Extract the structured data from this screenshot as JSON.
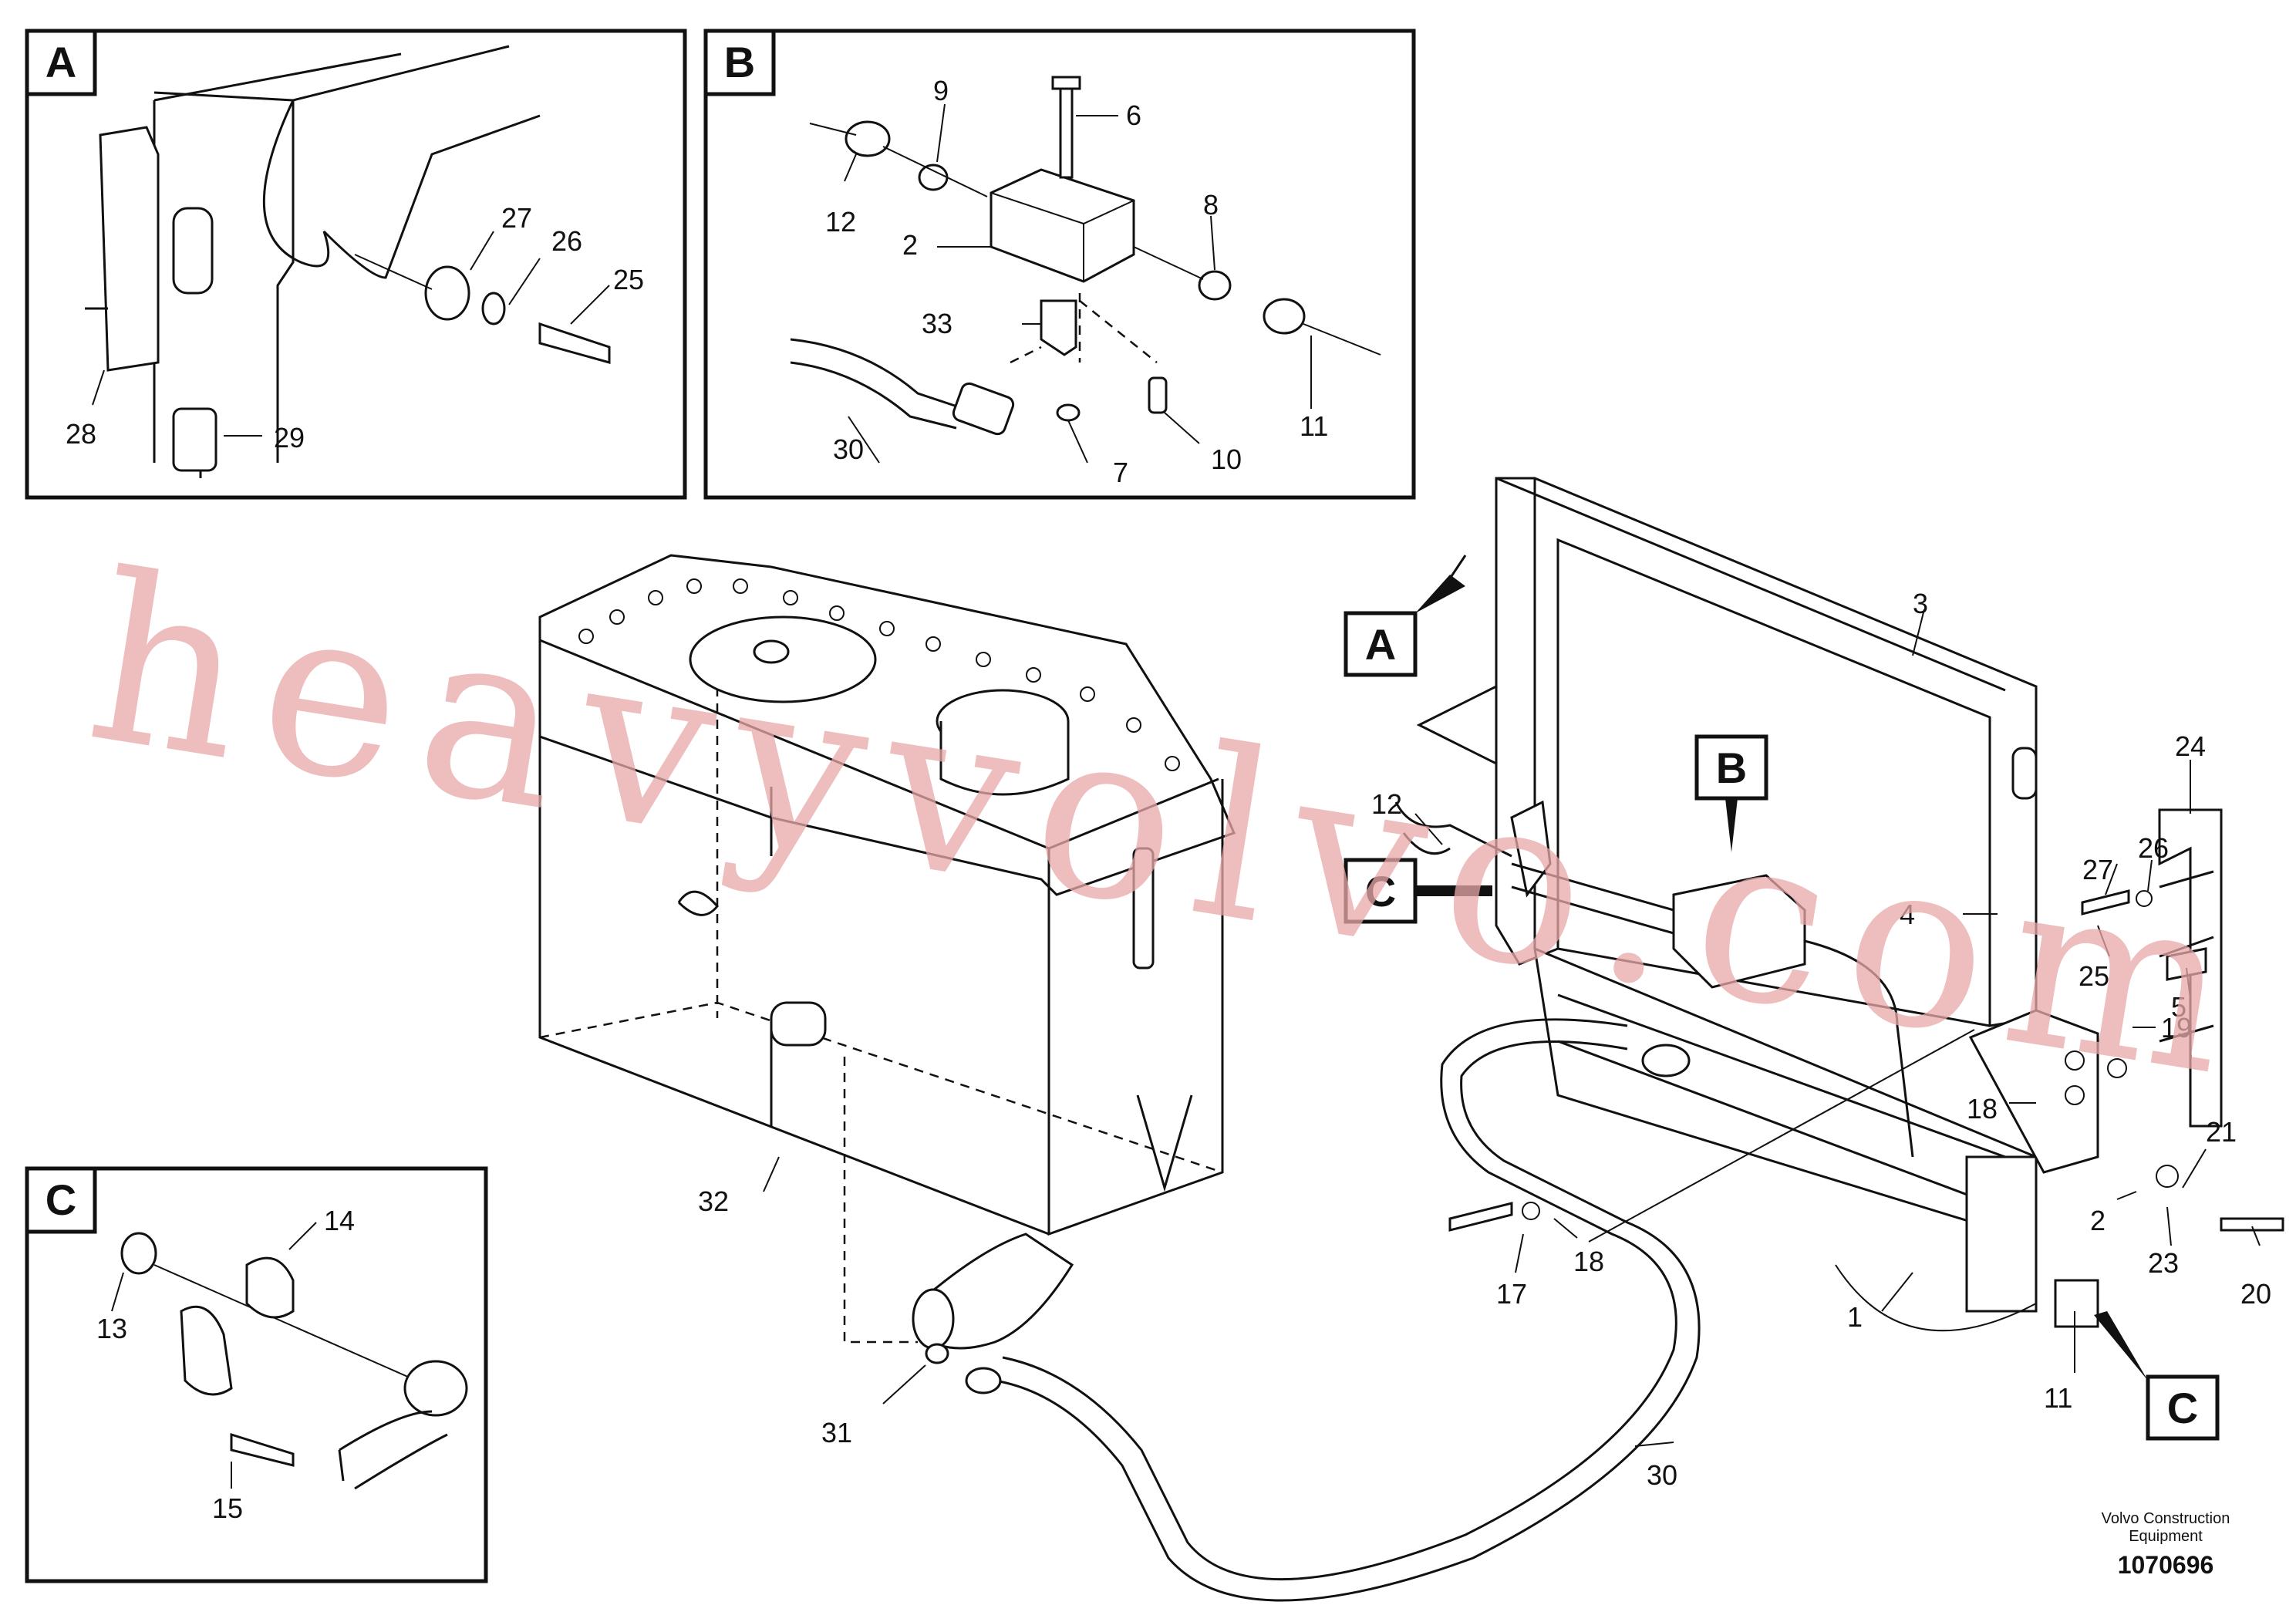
{
  "inset_letters": {
    "a": "A",
    "b": "B",
    "c": "C"
  },
  "callouts": {
    "a": "A",
    "b": "B",
    "c_left": "C",
    "c_right": "C"
  },
  "part_numbers": {
    "inset_a": [
      "27",
      "26",
      "25",
      "28",
      "29"
    ],
    "inset_b": [
      "9",
      "6",
      "12",
      "8",
      "2",
      "33",
      "30",
      "7",
      "10",
      "11"
    ],
    "inset_c": [
      "14",
      "13",
      "15"
    ],
    "main": [
      "3",
      "24",
      "12",
      "4",
      "27",
      "26",
      "25",
      "5",
      "19",
      "18",
      "21",
      "2",
      "23",
      "20",
      "17",
      "18",
      "1",
      "11",
      "32",
      "31",
      "30"
    ]
  },
  "watermark": "heavyvolvo.com",
  "footer": {
    "company_line1": "Volvo Construction",
    "company_line2": "Equipment",
    "drawing_number": "1070696"
  }
}
